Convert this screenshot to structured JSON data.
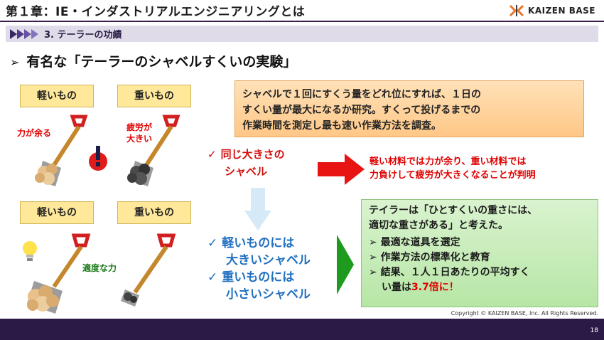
{
  "header": {
    "chapter_title": "第１章：IE・インダストリアルエンジニアリングとは",
    "logo_text": "KAIZEN BASE"
  },
  "section": {
    "title": "3.  テーラーの功績"
  },
  "main": {
    "title": "有名な「テーラーのシャベルすくいの実験」"
  },
  "experiment": {
    "tags": {
      "light_top": "軽いもの",
      "heavy_top": "重いもの",
      "light_bottom": "軽いもの",
      "heavy_bottom": "重いもの"
    },
    "notes": {
      "surplus": "力が余る",
      "tired_line1": "疲労が",
      "tired_line2": "大きい",
      "moderate": "適度な力"
    }
  },
  "description": {
    "lines": [
      "シャベルで１回にすくう量をどれ位にすれば、１日の",
      "すくい量が最大になるか研究。すくって投げるまでの",
      "作業時間を測定し最も速い作業方法を調査。"
    ]
  },
  "same_size": {
    "check": "✓",
    "line1": "同じ大きさの",
    "line2": "シャベル"
  },
  "result_red": {
    "line1": "軽い材料では力が余り、重い材料では",
    "line2": "力負けして疲労が大きくなることが判明"
  },
  "size_by_weight": {
    "check": "✓",
    "item1_line1": "軽いものには",
    "item1_line2": "大きいシャベル",
    "item2_line1": "重いものには",
    "item2_line2": "小さいシャベル"
  },
  "conclusion": {
    "line1": "テイラーは「ひとすくいの重さには、",
    "line2": "適切な重さがある」と考えた。",
    "bullets": [
      "最適な道具を選定",
      "作業方法の標準化と教育"
    ],
    "result_prefix": "結果、１人１日あたりの平均すく",
    "result_mid": "い量は",
    "result_highlight": "3.7倍に！"
  },
  "footer": {
    "copyright": "Copyright ©  KAIZEN BASE, Inc. All Rights Reserved.",
    "page_number": "18"
  },
  "colors": {
    "brand_dark": "#2b1a45",
    "accent_red": "#e00000",
    "accent_blue": "#1f6fc1",
    "tag_yellow": "#ffe89a"
  }
}
